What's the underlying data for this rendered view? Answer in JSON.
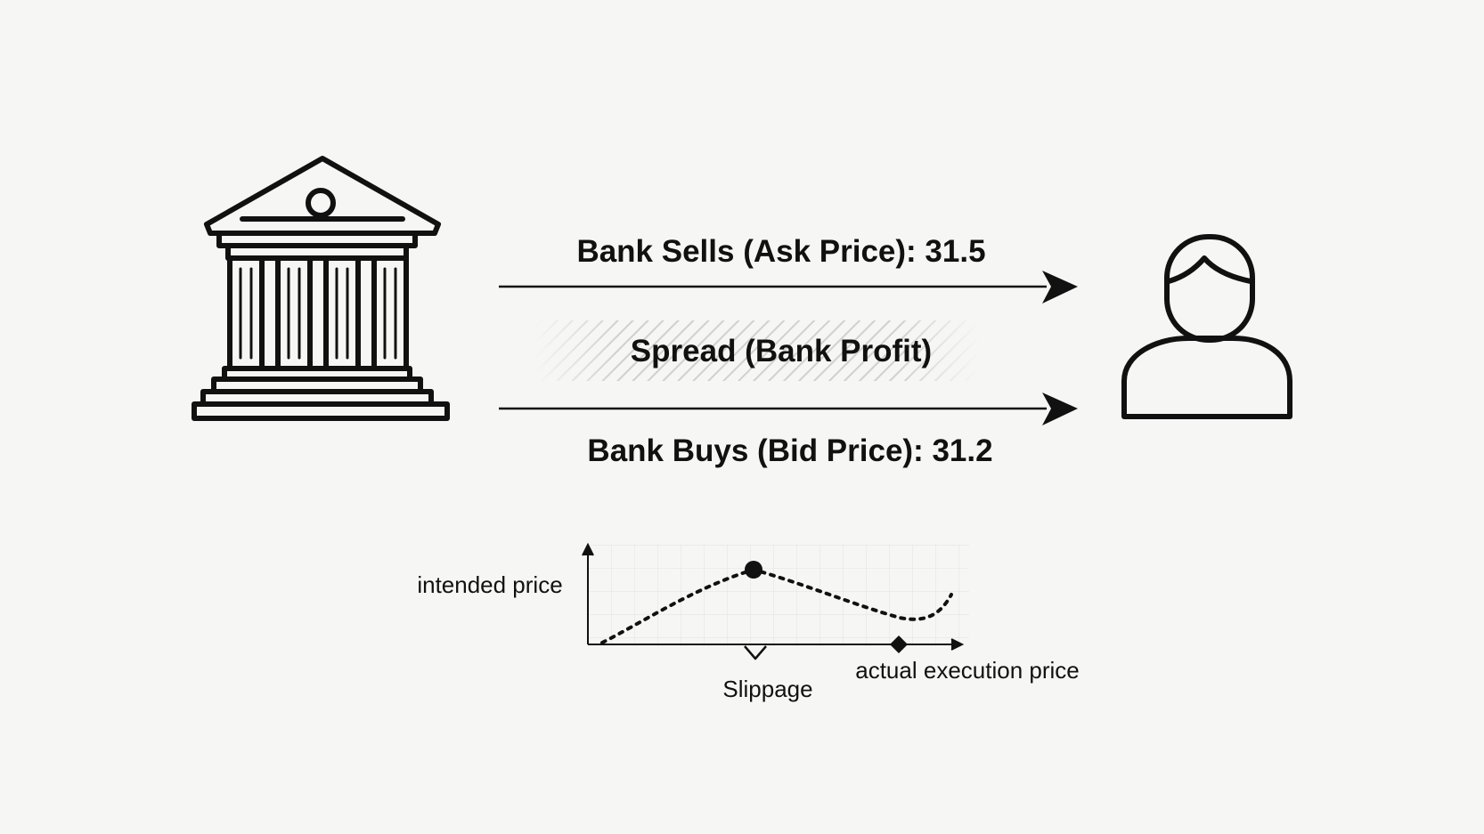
{
  "flow": {
    "ask_label": "Bank Sells (Ask Price): 31.5",
    "spread_label": "Spread (Bank Profit)",
    "bid_label": "Bank Buys (Bid Price): 31.2"
  },
  "slippage_chart": {
    "intended_label": "intended price",
    "slippage_label": "Slippage",
    "actual_label": "actual execution price"
  },
  "icons": {
    "bank": "bank-building-icon",
    "person": "person-avatar-icon"
  },
  "colors": {
    "background": "#f6f6f4",
    "ink": "#111111",
    "grid": "#e4e4e4",
    "hatch": "#c8c8c8"
  }
}
